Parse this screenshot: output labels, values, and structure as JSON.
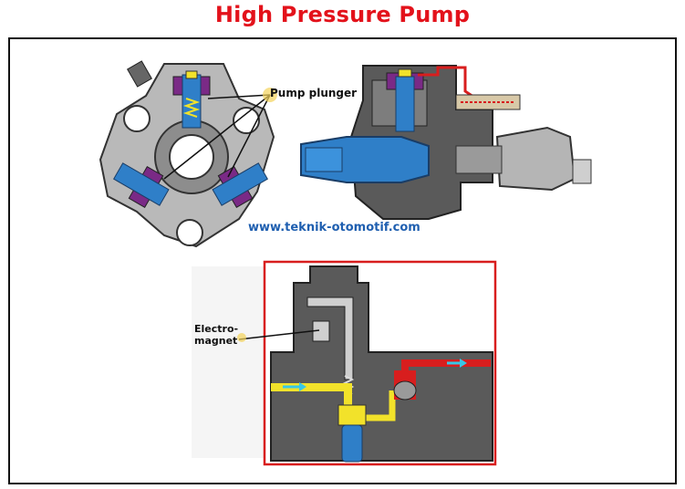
{
  "title": "High Pressure Pump",
  "labels": {
    "pump_plunger": "Pump plunger",
    "website": "www.teknik-otomotif.com",
    "electro_magnet_line1": "Electro-",
    "electro_magnet_line2": "magnet"
  },
  "colors": {
    "title": "#e3121b",
    "frame": "#111111",
    "pump_body": "#5a5a5a",
    "plunger": "#2f7fc8",
    "purple_parts": "#7a2a86",
    "yellow_spring": "#f2e22a",
    "red_line": "#d81e1e",
    "url": "#1f5fb0"
  }
}
